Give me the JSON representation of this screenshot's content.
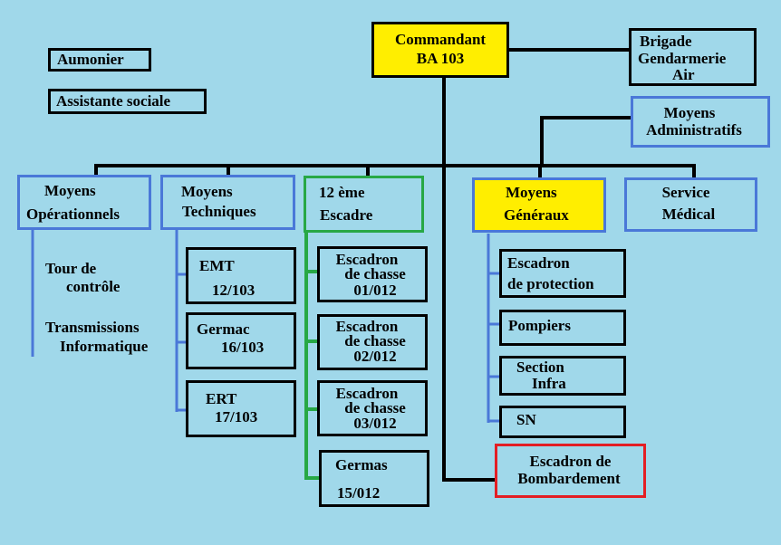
{
  "commander": {
    "line1": "Commandant",
    "line2": "BA 103"
  },
  "side_left": {
    "aumonier": "Aumonier",
    "assistante": "Assistante sociale"
  },
  "brigade": {
    "line1": "Brigade",
    "line2": "Gendarmerie",
    "line3": "Air"
  },
  "admin": {
    "line1": "Moyens",
    "line2": "Administratifs"
  },
  "ops": {
    "line1": "Moyens",
    "line2": "Opérationnels",
    "items": [
      "Tour de",
      "contrôle",
      "Transmissions",
      "Informatique"
    ]
  },
  "tech": {
    "line1": "Moyens",
    "line2": "Techniques",
    "emt": {
      "line1": "EMT",
      "line2": "12/103"
    },
    "germac": {
      "line1": "Germac",
      "line2": "16/103"
    },
    "ert": {
      "line1": "ERT",
      "line2": "17/103"
    }
  },
  "escadre": {
    "line1": "12 ème",
    "line2": "Escadre",
    "sq1": {
      "line1": "Escadron",
      "line2": "de chasse",
      "line3": "01/012"
    },
    "sq2": {
      "line1": "Escadron",
      "line2": "de chasse",
      "line3": "02/012"
    },
    "sq3": {
      "line1": "Escadron",
      "line2": "de chasse",
      "line3": "03/012"
    },
    "germas": {
      "line1": "Germas",
      "line2": "15/012"
    }
  },
  "general": {
    "line1": "Moyens",
    "line2": "Généraux",
    "protection": {
      "line1": "Escadron",
      "line2": "de protection"
    },
    "pompiers": "Pompiers",
    "infra": {
      "line1": "Section",
      "line2": "Infra"
    },
    "sn": "SN"
  },
  "medical": {
    "line1": "Service",
    "line2": "Médical"
  },
  "bombardement": {
    "line1": "Escadron de",
    "line2": "Bombardement"
  },
  "colors": {
    "background": "#a0d8ea",
    "black": "#000000",
    "blue": "#4a78d8",
    "green": "#27a845",
    "red": "#e31e24",
    "yellow": "#ffee00"
  }
}
